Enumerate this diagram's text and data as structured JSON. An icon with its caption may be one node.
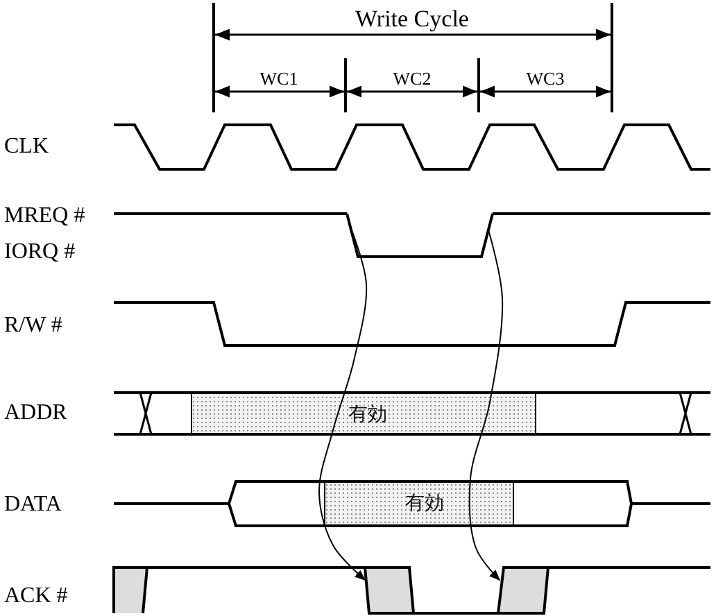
{
  "diagram": {
    "nodes": [
      {
        "text": [],
        "shape": "bar"
      },
      {
        "text": [],
        "shape": "bar"
      }
    ],
    "edges": [
      {
        "from": 0,
        "to": 1,
        "arrow": "to"
      },
      {
        "from": 0,
        "to": 1,
        "arrow": "to"
      }
    ],
    "labels": [
      "Write Cycle",
      "WC1",
      "WC2",
      "WC3",
      "CLK",
      "MREQ #",
      "IORQ #",
      "R/W #",
      "ADDR",
      "有効",
      "DATA",
      "有効",
      "ACK #"
    ]
  }
}
